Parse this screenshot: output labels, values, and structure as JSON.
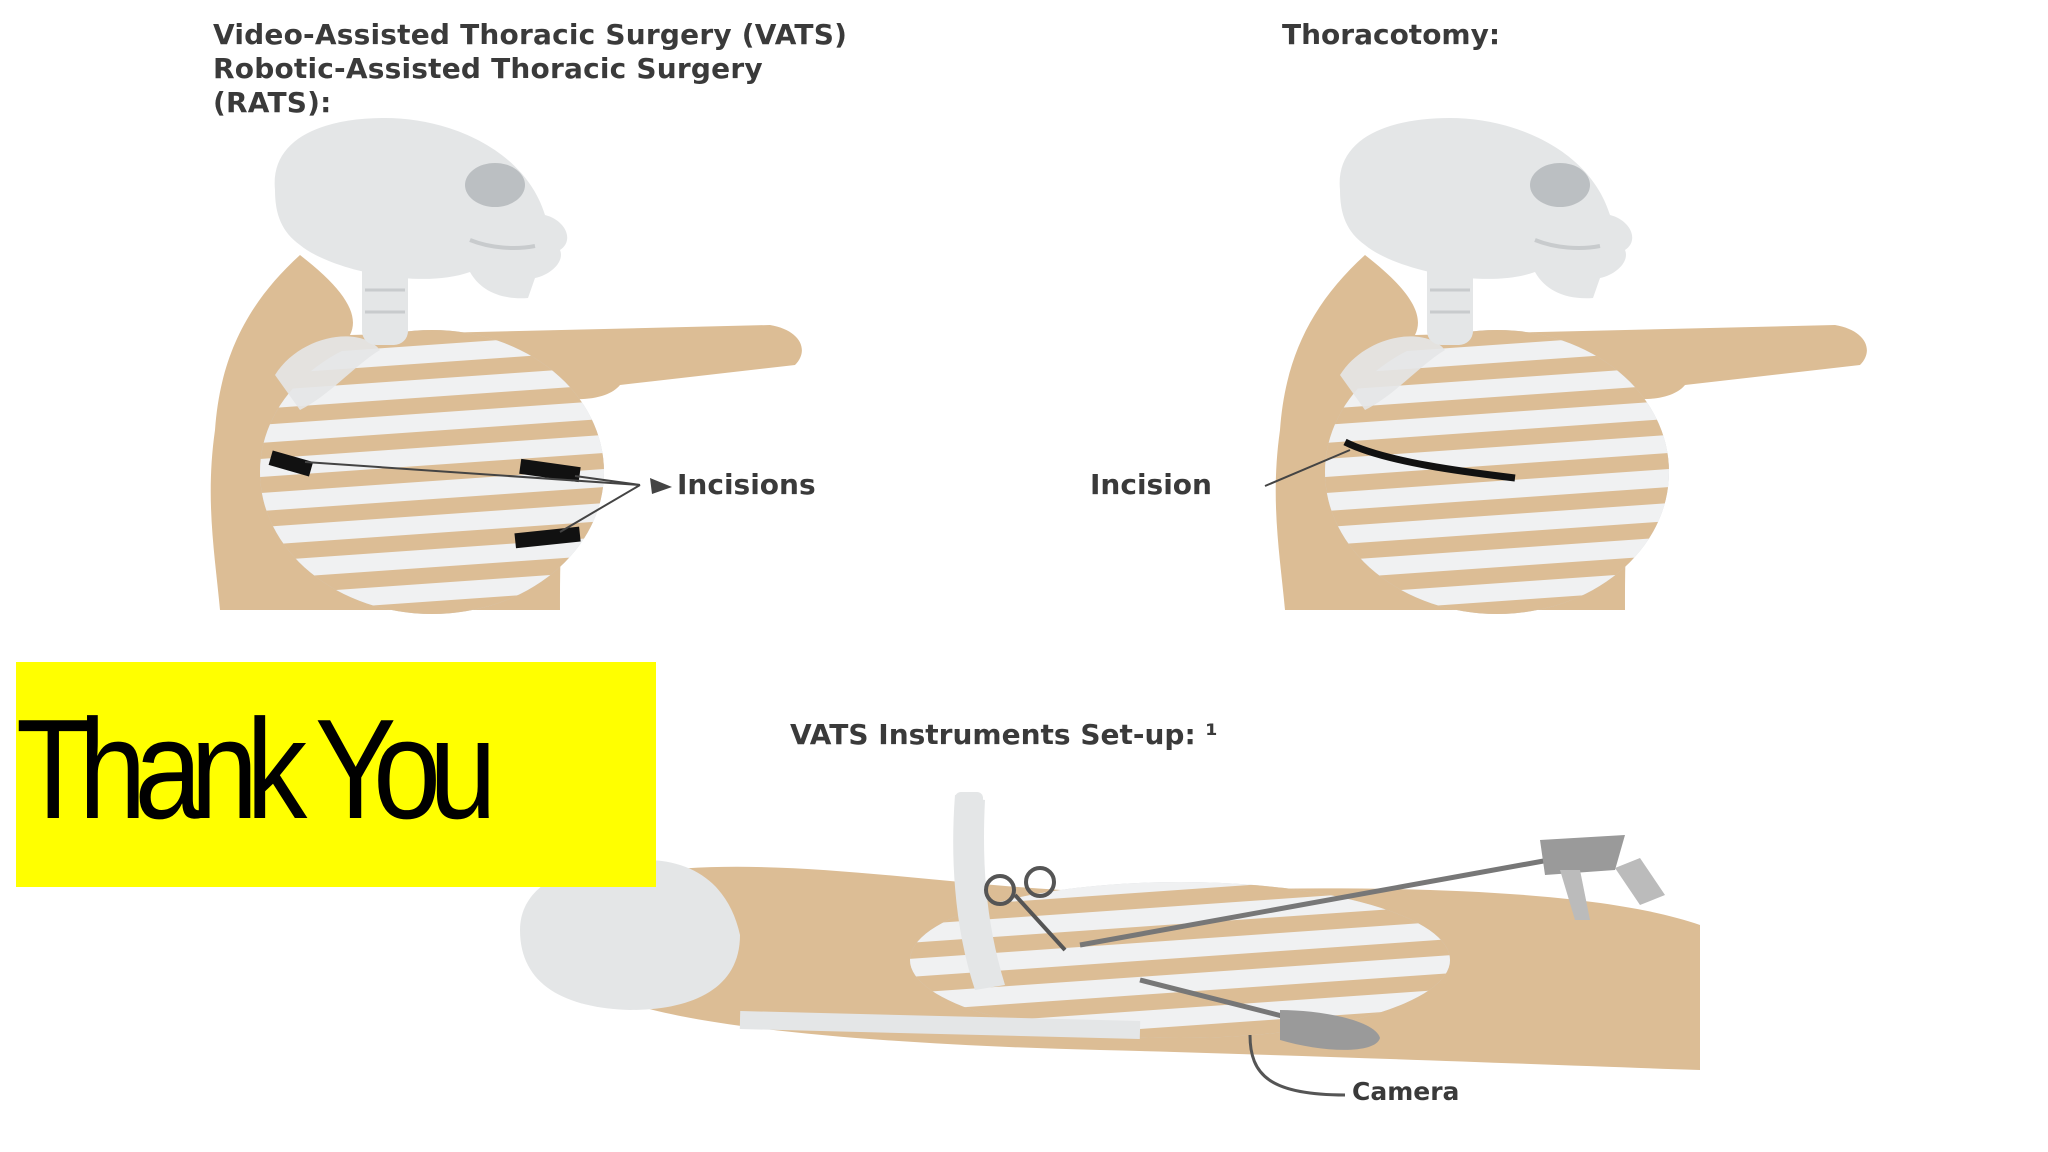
{
  "diagrams": {
    "vats": {
      "title_lines": [
        "Video-Assisted Thoracic Surgery (VATS)",
        "Robotic-Assisted Thoracic Surgery",
        "(RATS):"
      ],
      "callout": "Incisions"
    },
    "thoracotomy": {
      "title": "Thoracotomy:",
      "callout": "Incision"
    },
    "setup": {
      "title": "VATS Instruments Set-up: ¹",
      "callout": "Camera"
    }
  },
  "banner": {
    "text": "Thank You",
    "color": "#ffff00"
  },
  "colors": {
    "skin": "#dcbd95",
    "bone": "#e4e6e7",
    "bone_shade": "#cfd2d4",
    "incision": "#111111",
    "label": "#3a3a3a"
  }
}
